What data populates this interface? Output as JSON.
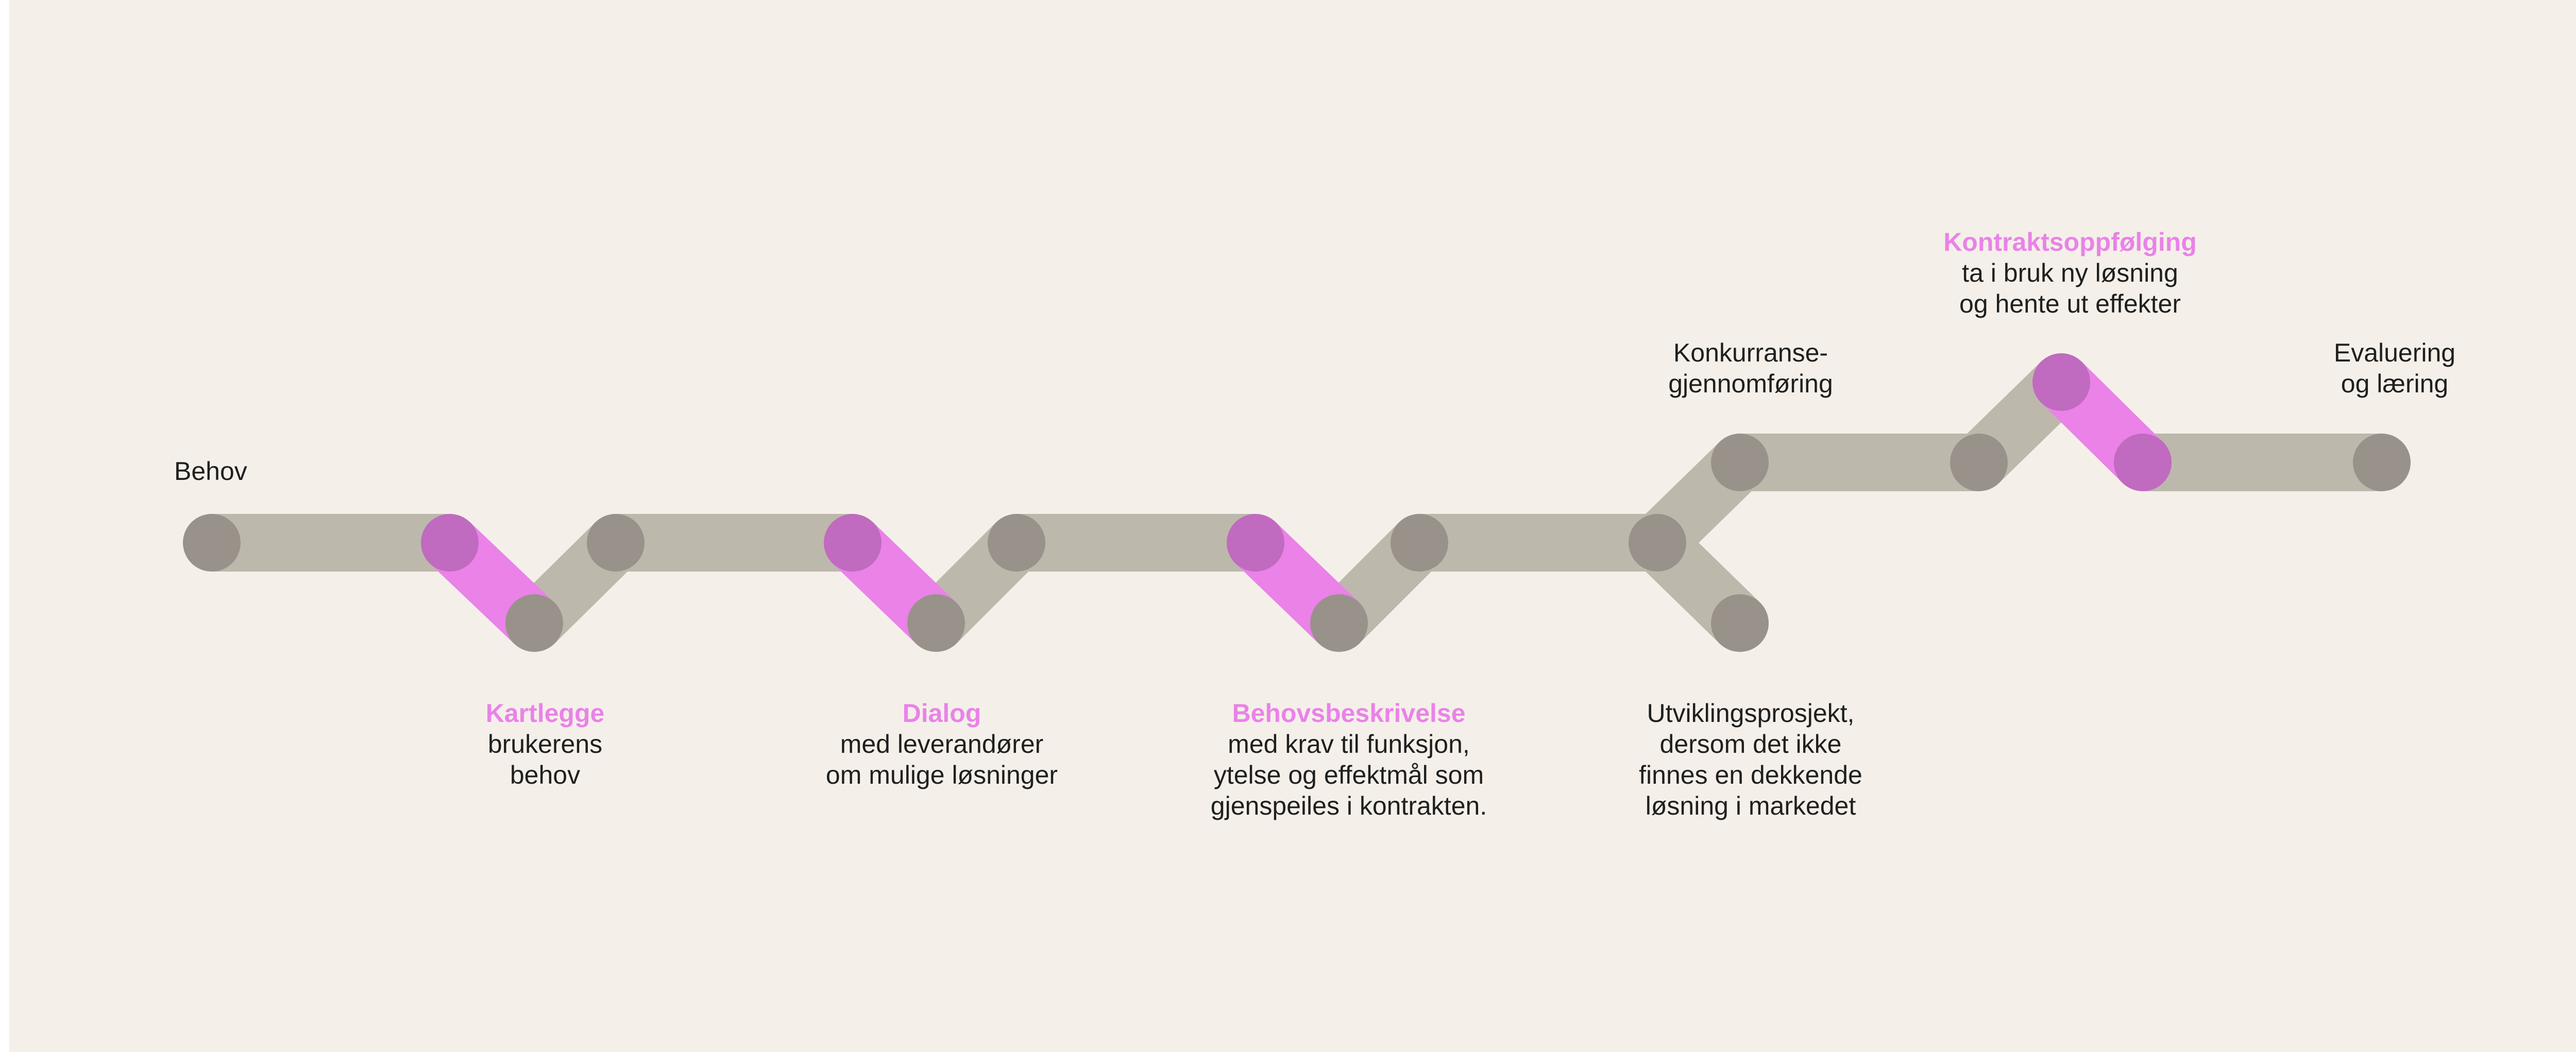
{
  "diagram": {
    "colors": {
      "background": "#f4f0e9",
      "track": "#bdb8ac",
      "node": "#98928a",
      "highlight_track": "#ea82e8",
      "highlight_node": "#c06ac0",
      "text": "#1f1f1f",
      "highlight_text": "#ea82e8"
    },
    "labels": {
      "behov": [
        "Behov"
      ],
      "kartlegge": {
        "title": "Kartlegge",
        "lines": [
          "brukerens",
          "behov"
        ]
      },
      "dialog": {
        "title": "Dialog",
        "lines": [
          "med leverandører",
          "om mulige løsninger"
        ]
      },
      "behovsbeskrivelse": {
        "title": "Behovsbeskrivelse",
        "lines": [
          "med krav til funksjon,",
          "ytelse og effektmål som",
          "gjenspeiles i kontrakten."
        ]
      },
      "utvikling": [
        "Utviklingsprosjekt,",
        "dersom det ikke",
        "finnes en dekkende",
        "løsning i markedet"
      ],
      "konkurranse": [
        "Konkurranse-",
        "gjennomføring"
      ],
      "kontrakt": {
        "title": "Kontraktsoppfølging",
        "lines": [
          "ta i bruk ny løsning",
          "og hente ut effekter"
        ]
      },
      "evaluering": [
        "Evaluering",
        "og læring"
      ]
    }
  }
}
